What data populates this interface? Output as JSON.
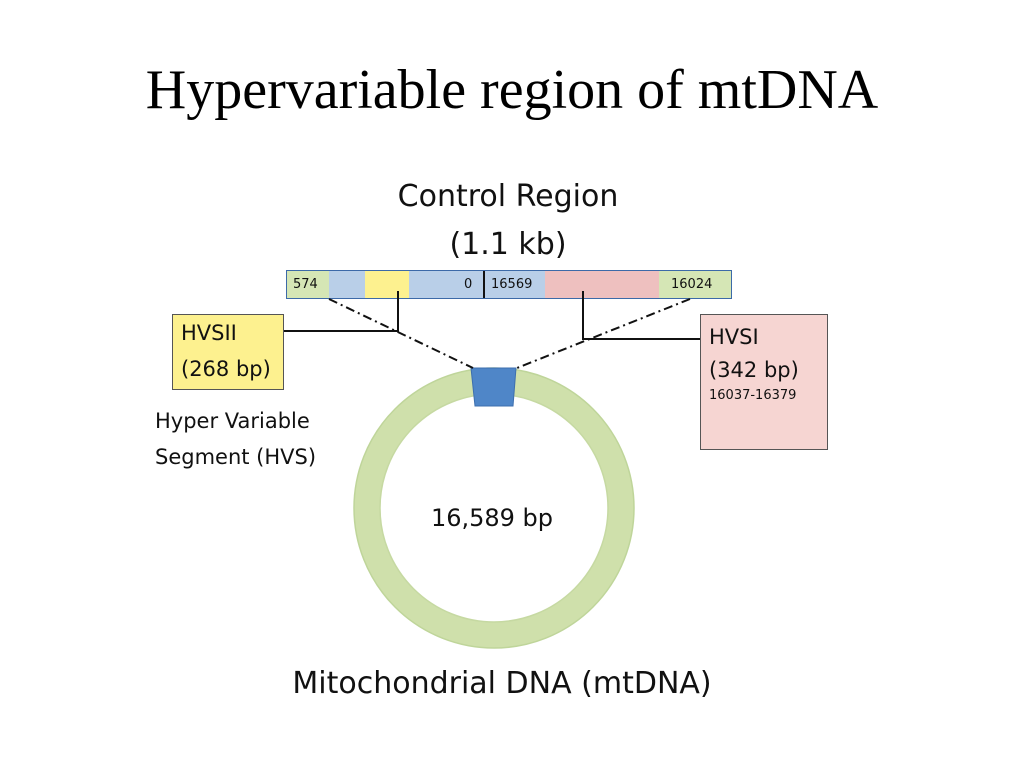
{
  "slide": {
    "title": "Hypervariable region of mtDNA"
  },
  "control_region": {
    "title": "Control Region",
    "size": "(1.1 kb)",
    "bar_labels": {
      "left_start": "574",
      "left_end": "0",
      "right_start": "16569",
      "right_end": "16024"
    },
    "colors": {
      "green": "#d5e6b5",
      "blue": "#b9cfe8",
      "yellow": "#fdf18f",
      "pink": "#eec0bf",
      "border": "#3c6aa8"
    }
  },
  "hvsii": {
    "name": "HVSII",
    "length": "(268 bp)"
  },
  "hvsi": {
    "name": "HVSI",
    "length": "(342 bp)",
    "range": "16037-16379"
  },
  "hvs_label": {
    "line1": "Hyper Variable",
    "line2": "Segment (HVS)"
  },
  "mtdna": {
    "size": "16,589 bp",
    "label": "Mitochondrial DNA (mtDNA)",
    "ring_color": "#cfe0ab",
    "control_segment_color": "#4f86c8"
  }
}
